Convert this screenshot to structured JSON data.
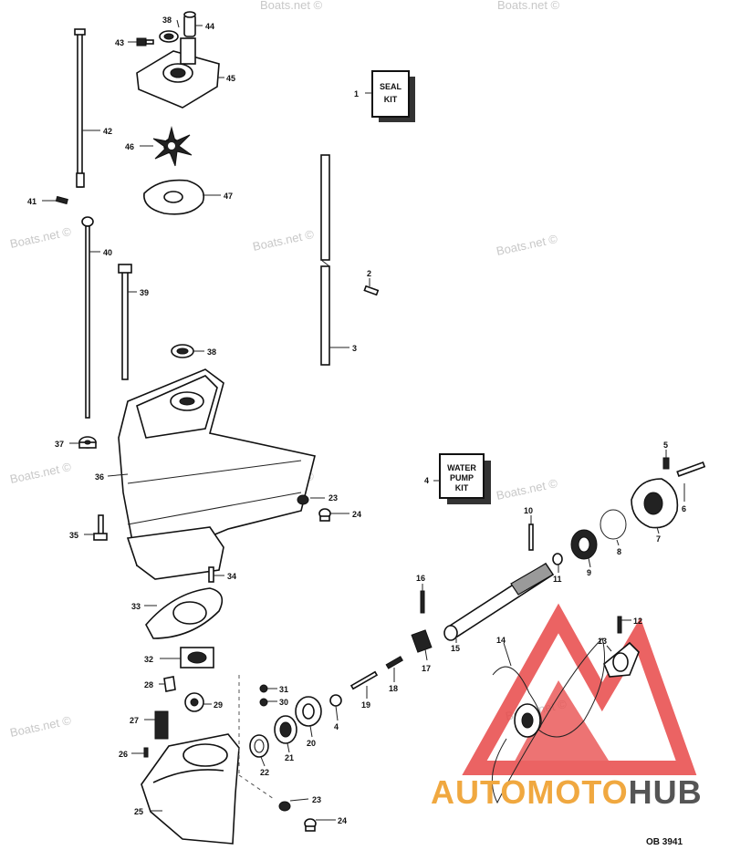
{
  "watermark": "Boats.net ©",
  "kits": {
    "seal_line1": "SEAL",
    "seal_line2": "KIT",
    "pump_line1": "WATER",
    "pump_line2": "PUMP",
    "pump_line3": "KIT"
  },
  "logo": {
    "part1": "AUTOMOTO",
    "part2": "HUB",
    "triangle_color": "#e84848",
    "orange": "#f0a840",
    "grey": "#555555"
  },
  "drawing_code": "OB 3941",
  "callouts": {
    "c1": "1",
    "c2": "2",
    "c3": "3",
    "c4": "4",
    "c5": "5",
    "c6": "6",
    "c7": "7",
    "c8": "8",
    "c9": "9",
    "c10": "10",
    "c11": "11",
    "c12": "12",
    "c13": "13",
    "c14": "14",
    "c15": "15",
    "c16": "16",
    "c17": "17",
    "c18": "18",
    "c19": "19",
    "c20": "20",
    "c21": "21",
    "c22": "22",
    "c23": "23",
    "c24": "24",
    "c25": "25",
    "c26": "26",
    "c27": "27",
    "c28": "28",
    "c29": "29",
    "c30": "30",
    "c31": "31",
    "c32": "32",
    "c33": "33",
    "c34": "34",
    "c35": "35",
    "c36": "36",
    "c37": "37",
    "c38": "38",
    "c39": "39",
    "c40": "40",
    "c41": "41",
    "c42": "42",
    "c43": "43",
    "c44": "44",
    "c45": "45",
    "c46": "46",
    "c47": "47"
  }
}
